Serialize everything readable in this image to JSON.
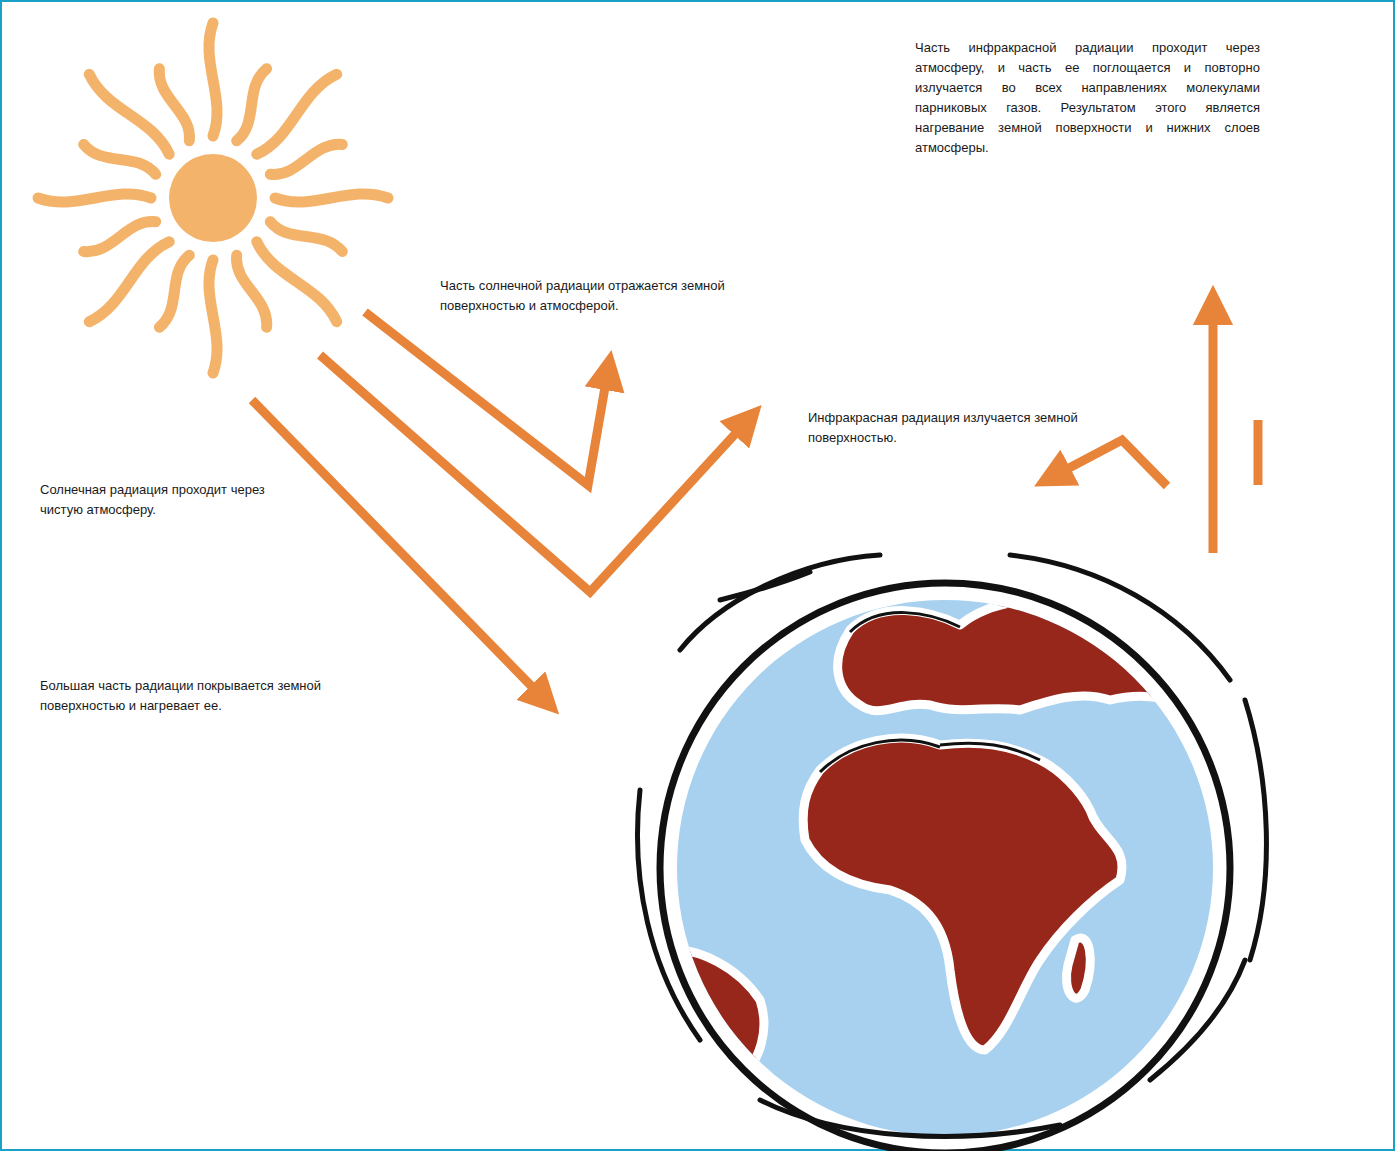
{
  "diagram": {
    "labels": [
      "Часть инфракрасной радиации проходит через атмосферу, и часть ее поглощается и повторно излучается во всех направлениях молекулами парниковых газов. Результатом этого является нагревание земной поверхности и нижних слоев атмосферы.",
      "Часть солнечной радиации отражается земной поверхностью и атмосферой.",
      "Инфракрасная радиация излучается земной поверхностью.",
      "Солнечная радиация проходит через чистую атмосферу.",
      "Большая часть радиации покрывается земной поверхностью и нагревает ее."
    ]
  }
}
